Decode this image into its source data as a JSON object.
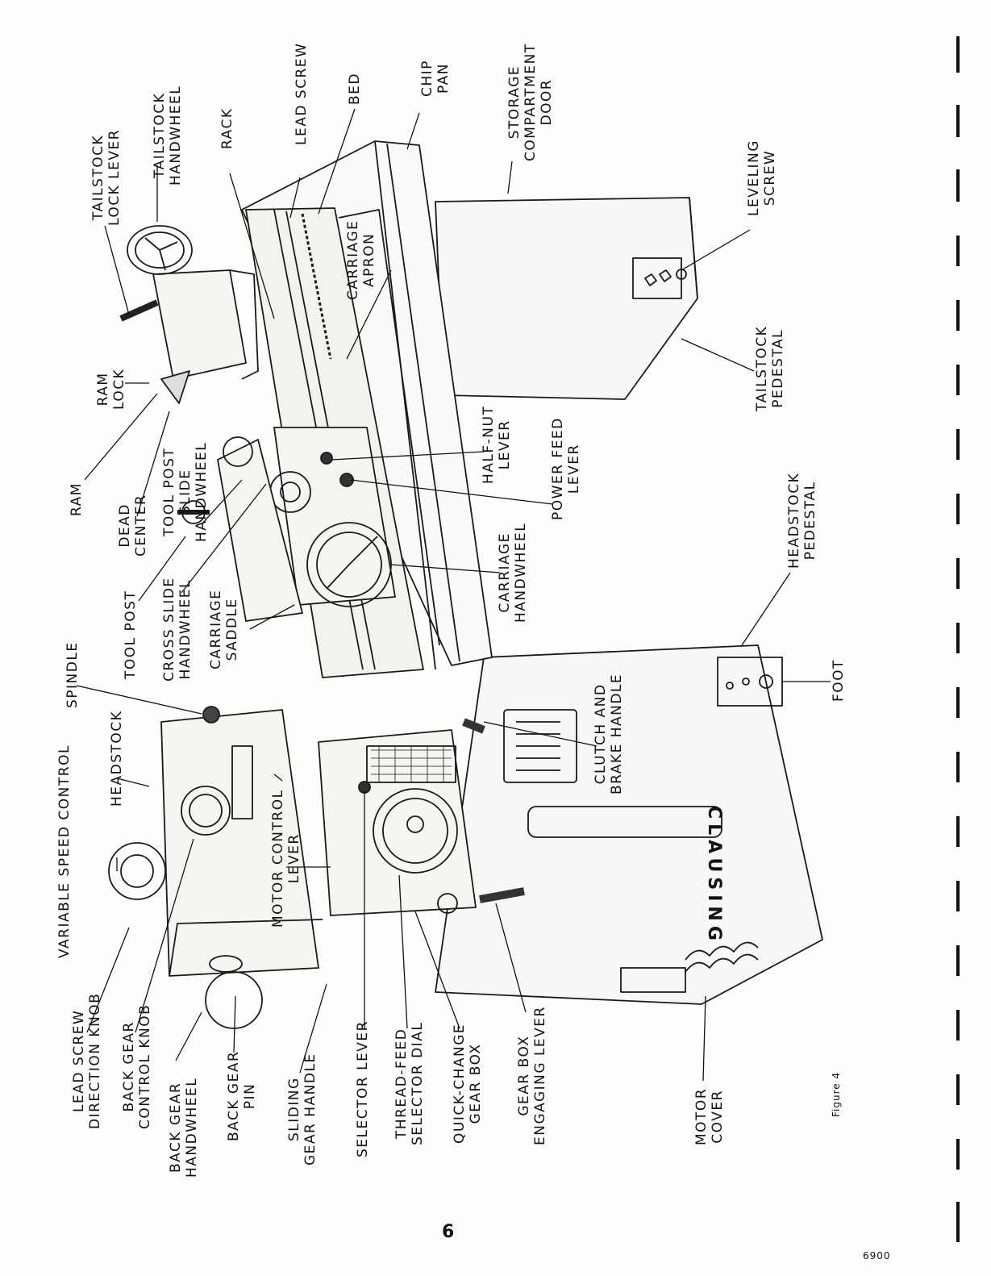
{
  "labels": {
    "tailstock_lock_lever": "TAILSTOCK\nLOCK LEVER",
    "tailstock_handwheel": "TAILSTOCK\nHANDWHEEL",
    "rack": "RACK",
    "lead_screw": "LEAD SCREW",
    "bed": "BED",
    "chip_pan": "CHIP\nPAN",
    "storage_compartment_door": "STORAGE\nCOMPARTMENT\nDOOR",
    "leveling_screw": "LEVELING\nSCREW",
    "carriage_apron": "CARRIAGE\nAPRON",
    "tailstock_pedestal": "TAILSTOCK\nPEDESTAL",
    "ram_lock": "RAM\nLOCK",
    "ram": "RAM",
    "dead_center": "DEAD\nCENTER",
    "tool_post_slide_handwheel": "TOOL POST\nSLIDE\nHANDWHEEL",
    "half_nut_lever": "HALF-NUT\nLEVER",
    "power_feed_lever": "POWER FEED\nLEVER",
    "tool_post": "TOOL POST",
    "cross_slide_handwheel": "CROSS SLIDE\nHANDWHEEL",
    "carriage_saddle": "CARRIAGE\nSADDLE",
    "carriage_handwheel": "CARRIAGE\nHANDWHEEL",
    "headstock_pedestal": "HEADSTOCK\nPEDESTAL",
    "spindle": "SPINDLE",
    "foot": "FOOT",
    "clutch_and_brake_handle": "CLUTCH AND\nBRAKE HANDLE",
    "headstock": "HEADSTOCK",
    "variable_speed_control": "VARIABLE SPEED CONTROL",
    "motor_control_lever": "MOTOR CONTROL\nLEVER",
    "lead_screw_direction_knob": "LEAD SCREW\nDIRECTION KNOB",
    "back_gear_control_knob": "BACK GEAR\nCONTROL KNOB",
    "back_gear_handwheel": "BACK GEAR\nHANDWHEEL",
    "back_gear_pin": "BACK GEAR\nPIN",
    "sliding_gear_handle": "SLIDING\nGEAR HANDLE",
    "selector_lever": "SELECTOR LEVER",
    "thread_feed_selector_dial": "THREAD-FEED\nSELECTOR DIAL",
    "quick_change_gear_box": "QUICK-CHANGE\nGEAR BOX",
    "gear_box_engaging_lever": "GEAR BOX\nENGAGING LEVER",
    "motor_cover": "MOTOR\nCOVER"
  },
  "brand": "CLAUSING",
  "figure_caption": "Figure 4",
  "page_number": "6",
  "doc_code": "6900"
}
